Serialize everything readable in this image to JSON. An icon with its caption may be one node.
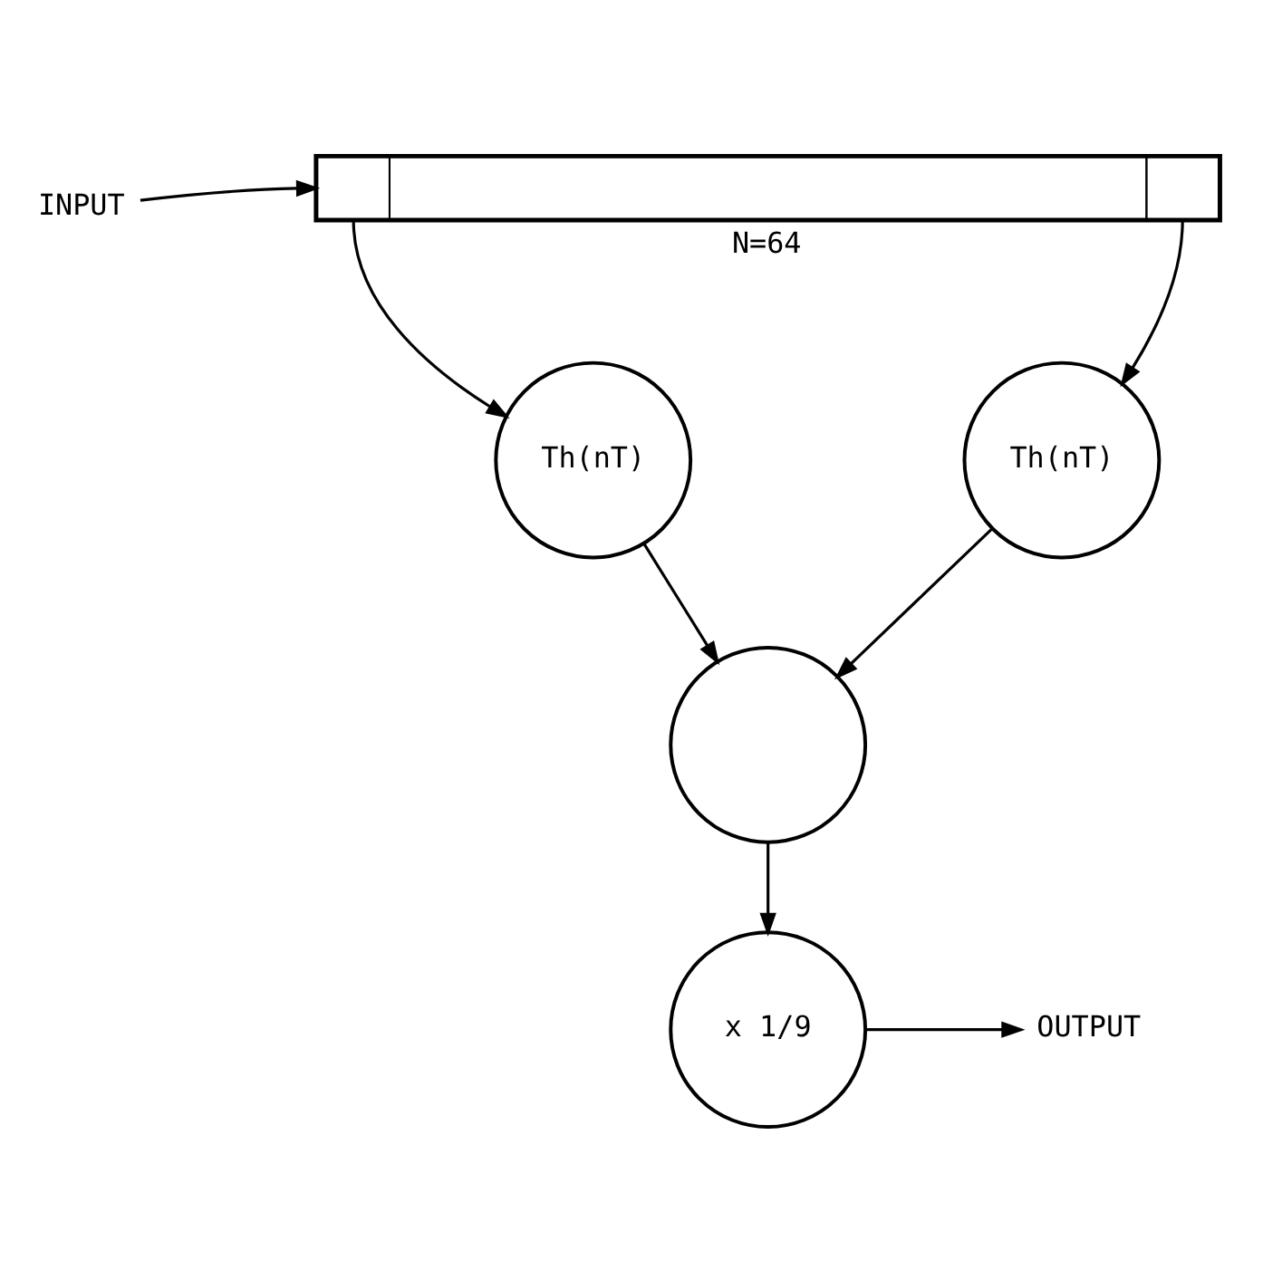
{
  "diagram": {
    "nodes": [
      {
        "text": [
          "INPUT"
        ]
      },
      {
        "text": [],
        "shape": "box",
        "beside": [
          "N=64"
        ]
      },
      {
        "text": [
          "Th(nT)"
        ]
      },
      {
        "text": [
          "Th(nT)"
        ]
      },
      {
        "text": [],
        "shape": "circle"
      },
      {
        "text": [
          "x 1/9"
        ]
      },
      {
        "text": [
          "OUTPUT"
        ]
      }
    ],
    "edges": [
      {
        "from": 0,
        "to": 1,
        "arrow": "to"
      },
      {
        "from": 1,
        "to": 2,
        "arrow": "to"
      },
      {
        "from": 1,
        "to": 3,
        "arrow": "to"
      },
      {
        "from": 2,
        "to": 4,
        "arrow": "to"
      },
      {
        "from": 3,
        "to": 4,
        "arrow": "to"
      },
      {
        "from": 4,
        "to": 5,
        "arrow": "to"
      },
      {
        "from": 5,
        "to": 6,
        "arrow": "to"
      }
    ]
  }
}
